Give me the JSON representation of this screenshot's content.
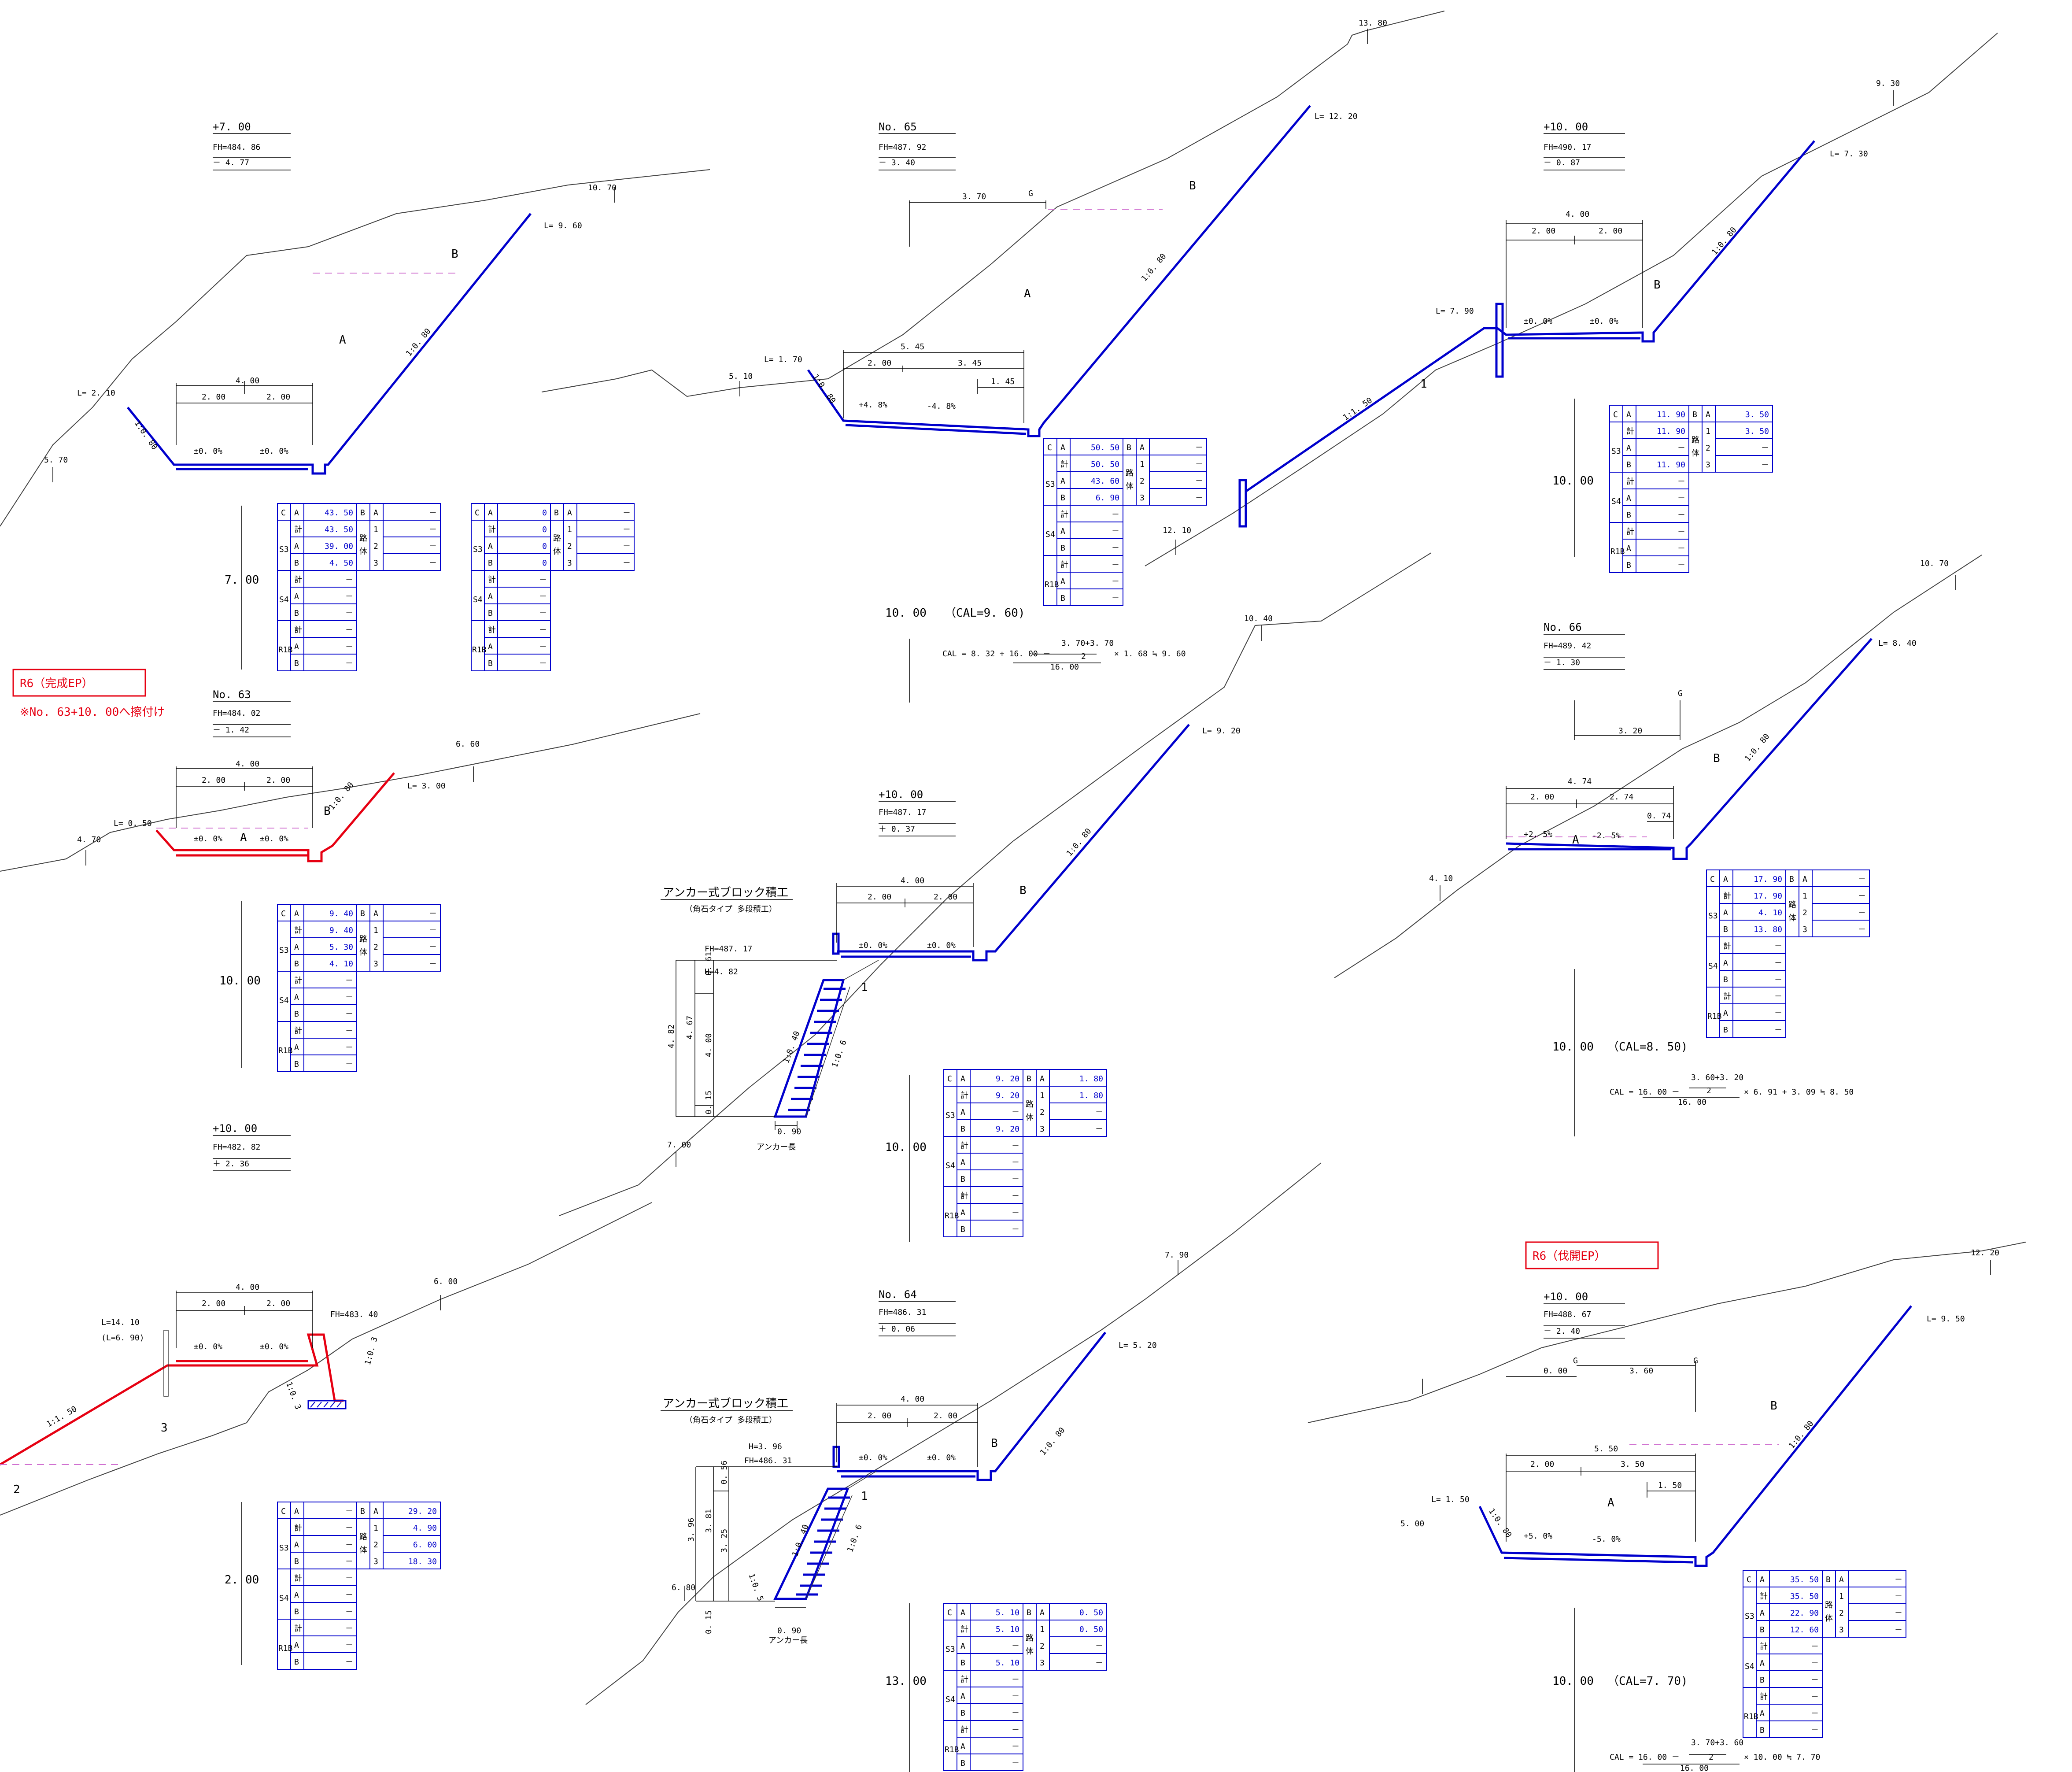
{
  "colors": {
    "cut": "#0000cc",
    "red": "#e60012",
    "ground": "#444444",
    "pink": "#d070d0"
  },
  "notes": {
    "r6_complete": "R6（完成EP）",
    "tie_in": "※No. 63+10. 00へ擦付け",
    "r6_clear": "R6（伐開EP）"
  },
  "labels": {
    "anchor_title": "アンカー式ブロック積工",
    "anchor_sub": "（角石タイプ 多段積工）",
    "anchor_len": "アンカー長"
  },
  "sections": [
    {
      "id": "p7",
      "station": "+7. 00",
      "fh": "FH=484. 86",
      "diff": "－ 4. 77",
      "spacing": "7. 00"
    },
    {
      "id": "n65",
      "station": "No. 65",
      "fh": "FH=487. 92",
      "diff": "－ 3. 40",
      "spacing": "10. 00",
      "cal": "（CAL=9. 60)"
    },
    {
      "id": "p10a",
      "station": "+10. 00",
      "fh": "FH=490. 17",
      "diff": "－ 0. 87",
      "spacing": "10. 00"
    },
    {
      "id": "n63",
      "station": "No. 63",
      "fh": "FH=484. 02",
      "diff": "－ 1. 42",
      "spacing": "10. 00"
    },
    {
      "id": "p10b",
      "station": "+10. 00",
      "fh": "FH=487. 17",
      "diff": "＋ 0. 37",
      "spacing": "10. 00"
    },
    {
      "id": "n66",
      "station": "No. 66",
      "fh": "FH=489. 42",
      "diff": "－ 1. 30",
      "spacing": "10. 00",
      "cal": "（CAL=8. 50)"
    },
    {
      "id": "p10c",
      "station": "+10. 00",
      "fh": "FH=482. 82",
      "diff": "＋ 2. 36",
      "spacing": "2. 00"
    },
    {
      "id": "n64",
      "station": "No. 64",
      "fh": "FH=486. 31",
      "diff": "＋ 0. 06",
      "spacing": "13. 00"
    },
    {
      "id": "p10d",
      "station": "+10. 00",
      "fh": "FH=488. 67",
      "diff": "－ 2. 40",
      "spacing": "10. 00",
      "cal": "（CAL=7. 70)"
    }
  ],
  "formulas": {
    "f1": {
      "lhs": "CAL = 8. 32 + 16. 00 －",
      "num": "3. 70+3. 70",
      "den1": "2",
      "den2": "16. 00",
      "rhs": "× 1. 68 ≒ 9. 60"
    },
    "f2": {
      "lhs": "CAL = 16. 00 －",
      "num": "3. 60+3. 20",
      "den1": "2",
      "den2": "16. 00",
      "rhs": "× 6. 91 + 3. 09 ≒ 8. 50"
    },
    "f3": {
      "lhs": "CAL = 16. 00 －",
      "num": "3. 70+3. 60",
      "den1": "2",
      "den2": "16. 00",
      "rhs": "× 10. 00 ≒ 7. 70"
    }
  },
  "table_labels": {
    "c": "C",
    "a": "A",
    "b": "B",
    "kei": "計",
    "s3": "S3",
    "s4": "S4",
    "r1b": "R1B",
    "ro": "路",
    "tai": "体",
    "r1": "1",
    "r2": "2",
    "r3": "3"
  },
  "tables": [
    {
      "id": "t1",
      "main": [
        "43. 50",
        "43. 50",
        "39. 00",
        "4. 50",
        "－",
        "－",
        "－",
        "－",
        "－",
        "－"
      ],
      "side": [
        "－",
        "－",
        "－",
        "－"
      ]
    },
    {
      "id": "t1b",
      "main": [
        "0",
        "0",
        "0",
        "0",
        "－",
        "－",
        "－",
        "－",
        "－",
        "－"
      ],
      "side": [
        "－",
        "－",
        "－",
        "－"
      ]
    },
    {
      "id": "t2",
      "main": [
        "50. 50",
        "50. 50",
        "43. 60",
        "6. 90",
        "－",
        "－",
        "－",
        "－",
        "－",
        "－"
      ],
      "side": [
        "－",
        "－",
        "－",
        "－"
      ]
    },
    {
      "id": "t3",
      "main": [
        "11. 90",
        "11. 90",
        "－",
        "11. 90",
        "－",
        "－",
        "－",
        "－",
        "－",
        "－"
      ],
      "side": [
        "3. 50",
        "3. 50",
        "－",
        "－"
      ]
    },
    {
      "id": "t4",
      "main": [
        "9. 40",
        "9. 40",
        "5. 30",
        "4. 10",
        "－",
        "－",
        "－",
        "－",
        "－",
        "－"
      ],
      "side": [
        "－",
        "－",
        "－",
        "－"
      ]
    },
    {
      "id": "t5",
      "main": [
        "9. 20",
        "9. 20",
        "－",
        "9. 20",
        "－",
        "－",
        "－",
        "－",
        "－",
        "－"
      ],
      "side": [
        "1. 80",
        "1. 80",
        "－",
        "－"
      ]
    },
    {
      "id": "t6",
      "main": [
        "17. 90",
        "17. 90",
        "4. 10",
        "13. 80",
        "－",
        "－",
        "－",
        "－",
        "－",
        "－"
      ],
      "side": [
        "－",
        "－",
        "－",
        "－"
      ]
    },
    {
      "id": "t7",
      "main": [
        "－",
        "－",
        "－",
        "－",
        "－",
        "－",
        "－",
        "－",
        "－",
        "－"
      ],
      "side": [
        "29. 20",
        "4. 90",
        "6. 00",
        "18. 30"
      ]
    },
    {
      "id": "t8",
      "main": [
        "5. 10",
        "5. 10",
        "－",
        "5. 10",
        "－",
        "－",
        "－",
        "－",
        "－",
        "－"
      ],
      "side": [
        "0. 50",
        "0. 50",
        "－",
        "－"
      ]
    },
    {
      "id": "t9",
      "main": [
        "35. 50",
        "35. 50",
        "22. 90",
        "12. 60",
        "－",
        "－",
        "－",
        "－",
        "－",
        "－"
      ],
      "side": [
        "－",
        "－",
        "－",
        "－"
      ]
    }
  ],
  "dims": {
    "d400": "4. 00",
    "d200": "2. 00",
    "d370": "3. 70",
    "d545": "5. 45",
    "d345": "3. 45",
    "d145": "1. 45",
    "d320": "3. 20",
    "d474": "4. 74",
    "d274": "2. 74",
    "d074": "0. 74",
    "d550": "5. 50",
    "d350": "3. 50",
    "d150": "1. 50",
    "d000": "0. 00",
    "d360": "3. 60",
    "d090": "0. 90",
    "d482": "4. 82",
    "d467": "4. 67",
    "d061": "0. 61",
    "d015": "0. 15",
    "d396": "3. 96",
    "d381": "3. 81",
    "d325": "3. 25",
    "d056": "0. 56",
    "g": "G"
  },
  "slope_labels": {
    "s08": "1:0. 80",
    "s150": "1:1. 50",
    "s04": "1:0. 40",
    "s06": "1:0. 6",
    "s03": "1:0. 3",
    "s05": "1:0. 5",
    "pct0": "±0. 0%",
    "pct48p": "+4. 8%",
    "pct48m": "-4. 8%",
    "pct25p": "+2. 5%",
    "pct25m": "-2. 5%",
    "pct50p": "+5. 0%",
    "pct50m": "-5. 0%"
  },
  "lengths": {
    "l210": "L= 2. 10",
    "l960": "L= 9. 60",
    "l170": "L= 1. 70",
    "l1220": "L= 12. 20",
    "l790": "L= 7. 90",
    "l730": "L= 7. 30",
    "l050": "L= 0. 50",
    "l300": "L= 3. 00",
    "l920": "L= 9. 20",
    "l840": "L= 8. 40",
    "l1410": "L=14. 10",
    "l690": "(L=6. 90)",
    "l520": "L= 5. 20",
    "l950": "L= 9. 50",
    "l150": "L= 1. 50"
  },
  "offsets": {
    "o570": "5. 70",
    "o1070": "10. 70",
    "o510": "5. 10",
    "o1380": "13. 80",
    "o930": "9. 30",
    "o1210": "12. 10",
    "o470": "4. 70",
    "o660": "6. 60",
    "o1040": "10. 40",
    "o700": "7. 00",
    "o1070b": "10. 70",
    "o410": "4. 10",
    "o600": "6. 00",
    "o790": "7. 90",
    "o680": "6. 80",
    "o1220": "12. 20",
    "o500": "5. 00"
  },
  "misc": {
    "h482": "H=4. 82",
    "fh48717": "FH=487. 17",
    "h396": "H=3. 96",
    "fh48631": "FH=486. 31",
    "fh48340": "FH=483. 40",
    "region_a": "A",
    "region_b": "B",
    "n1": "1",
    "n2": "2",
    "n3": "3"
  }
}
